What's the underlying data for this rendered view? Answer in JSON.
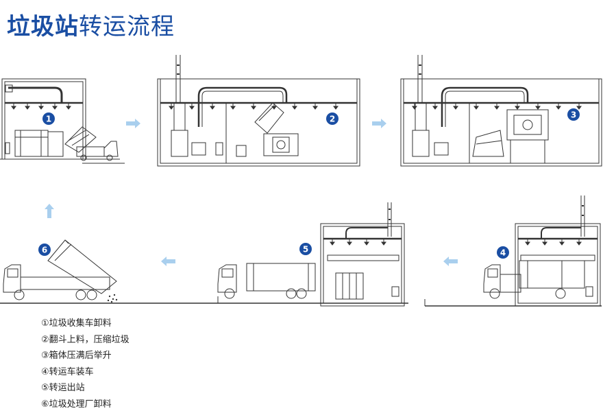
{
  "title": {
    "bold": "垃圾站",
    "normal": "转运流程"
  },
  "colors": {
    "accent": "#1a4ea3",
    "arrow": "#a9cfee",
    "line": "#333333"
  },
  "steps": [
    {
      "number": "1"
    },
    {
      "number": "2"
    },
    {
      "number": "3"
    },
    {
      "number": "4"
    },
    {
      "number": "5"
    },
    {
      "number": "6"
    }
  ],
  "legend": [
    "①垃圾收集车卸料",
    "②翻斗上料，压缩垃圾",
    "③箱体压满后举升",
    "④转运车装车",
    "⑤转运出站",
    "⑥垃圾处理厂卸料"
  ]
}
